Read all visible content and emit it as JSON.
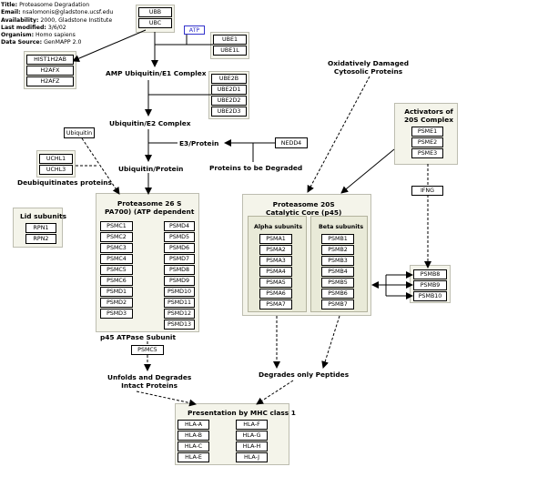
{
  "meta": [
    {
      "key": "Title:",
      "value": "Proteasome Degradation"
    },
    {
      "key": "Email:",
      "value": "nsalomonis@gladstone.ucsf.edu"
    },
    {
      "key": "Availability:",
      "value": "2000, Gladstone Institute"
    },
    {
      "key": "Last modified:",
      "value": "3/6/02"
    },
    {
      "key": "Organism:",
      "value": "Homo sapiens"
    },
    {
      "key": "Data Source:",
      "value": "GenMAPP 2.0"
    }
  ],
  "labels": {
    "amp_ubiquitin": "AMP Ubiquitin/E1 Complex",
    "ubiquitin_e2": "Ubiquitin/E2 Complex",
    "e3_protein": "E3/Protein",
    "ubiquitin_protein": "Ubiquitin/Protein",
    "proteins_degraded": "Proteins to be Degraded",
    "deubiquitinates": "Deubiquitinates proteins",
    "lid_subunits": "Lid subunits",
    "oxidatively_damaged": "Oxidatively Damaged\nCytosolic Proteins",
    "activators_20s": "Activators of\n20S Complex",
    "proteasome_26s": "Proteasome 26 S\nPA700) (ATP dependent",
    "proteasome_20s": "Proteasome 20S\nCatalytic Core (p45)",
    "alpha_subunits": "Alpha subunits",
    "beta_subunits": "Beta subunits",
    "p45_atpase": "p45 ATPase Subunit",
    "unfolds": "Unfolds and Degrades\nIntact Proteins",
    "degrades_peptides": "Degrades only Peptides",
    "presentation_mhc": "Presentation by MHC class 1"
  },
  "genes": {
    "ubb": "UBB",
    "ubc": "UBC",
    "atp": "ATP",
    "ube1": "UBE1",
    "ube1l": "UBE1L",
    "hist": [
      "HIST1H2AB",
      "H2AFX",
      "H2AFZ"
    ],
    "ube2": [
      "UBE2B",
      "UBE2D1",
      "UBE2D2",
      "UBE2D3"
    ],
    "ubiquitin": "Ubiquitin",
    "nedd4": "NEDD4",
    "uchl": [
      "UCHL1",
      "UCHL3"
    ],
    "rpn": [
      "RPN1",
      "RPN2"
    ],
    "psmc": [
      "PSMC1",
      "PSMC2",
      "PSMC3",
      "PSMC4",
      "PSMC5",
      "PSMC6",
      "PSMD1",
      "PSMD2",
      "PSMD3"
    ],
    "psmd": [
      "PSMD4",
      "PSMD5",
      "PSMD6",
      "PSMD7",
      "PSMD8",
      "PSMD9",
      "PSMD10",
      "PSMD11",
      "PSMD12",
      "PSMD13"
    ],
    "psma": [
      "PSMA1",
      "PSMA2",
      "PSMA3",
      "PSMA4",
      "PSMA5",
      "PSMA6",
      "PSMA7"
    ],
    "psmb": [
      "PSMB1",
      "PSMB2",
      "PSMB3",
      "PSMB4",
      "PSMB5",
      "PSMB6",
      "PSMB7"
    ],
    "psme": [
      "PSME1",
      "PSME2",
      "PSME3"
    ],
    "ifng": "IFNG",
    "psmb_imm": [
      "PSMB8",
      "PSMB9",
      "PSMB10"
    ],
    "psmc5": "PSMC5",
    "hla_left": [
      "HLA-A",
      "HLA-B",
      "HLA-C",
      "HLA-E"
    ],
    "hla_right": [
      "HLA-F",
      "HLA-G",
      "HLA-H",
      "HLA-J"
    ]
  },
  "colors": {
    "atp_border": "#3333cc",
    "atp_text": "#3333cc",
    "panel": "#f4f4ea",
    "subpanel": "#e9ead8"
  }
}
